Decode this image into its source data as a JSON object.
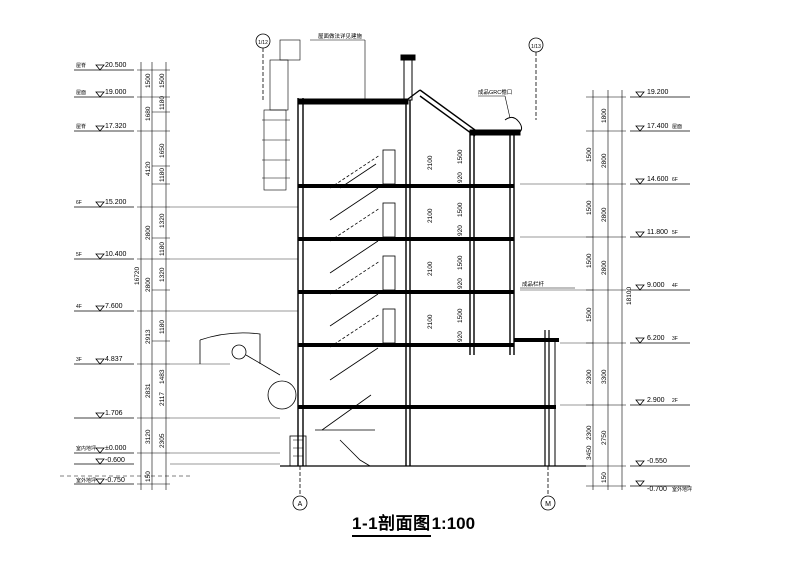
{
  "drawing": {
    "title": "1-1剖面图",
    "scale": "1:100"
  },
  "left_levels": [
    {
      "value": "20.500",
      "tag": "屋脊"
    },
    {
      "value": "19.000",
      "tag": "屋面"
    },
    {
      "value": "17.320",
      "tag": "屋脊"
    },
    {
      "value": "15.200",
      "tag": "6F"
    },
    {
      "value": "10.400",
      "tag": "5F"
    },
    {
      "value": "7.600",
      "tag": "4F"
    },
    {
      "value": "4.837",
      "tag": "3F"
    },
    {
      "value": "1.706",
      "tag": ""
    },
    {
      "value": "±0.000",
      "tag": "室内地坪"
    },
    {
      "value": "-0.600",
      "tag": ""
    },
    {
      "value": "-0.750",
      "tag": "室外地坪"
    }
  ],
  "right_levels": [
    {
      "value": "19.200",
      "tag": ""
    },
    {
      "value": "17.400",
      "tag": "屋面"
    },
    {
      "value": "14.600",
      "tag": "6F"
    },
    {
      "value": "11.800",
      "tag": "5F"
    },
    {
      "value": "9.000",
      "tag": "4F"
    },
    {
      "value": "6.200",
      "tag": "3F"
    },
    {
      "value": "2.900",
      "tag": "2F"
    },
    {
      "value": "-0.550",
      "tag": ""
    },
    {
      "value": "-0.700",
      "tag": "室外地坪"
    }
  ],
  "left_dims_outer": [
    "1500",
    "1680",
    "4120",
    "2800",
    "2800",
    "2913",
    "2831",
    "3120",
    "150"
  ],
  "left_dims_inner": [
    "1500",
    "1180",
    "1650",
    "1180",
    "1320",
    "1180",
    "1320",
    "1180",
    "1483",
    "2117",
    "2305"
  ],
  "left_dims_total": "16720",
  "right_dims_outer": [
    "1800",
    "2800",
    "2800",
    "2800",
    "3300",
    "2750",
    "150"
  ],
  "right_dims_inner": [
    "1500",
    "1500",
    "1500",
    "1500",
    "2300",
    "2300",
    "3450"
  ],
  "right_dims_total": "18100",
  "axis_labels": [
    "A",
    "M",
    "1/12",
    "1/13"
  ],
  "floor_dims": [
    "2100",
    "2100",
    "2100",
    "2100",
    "1500",
    "1500",
    "1500",
    "1500",
    "920",
    "920",
    "920",
    "920"
  ],
  "notes": [
    "屋面做法详见建施",
    "成品GRC檐口",
    "成品栏杆"
  ]
}
